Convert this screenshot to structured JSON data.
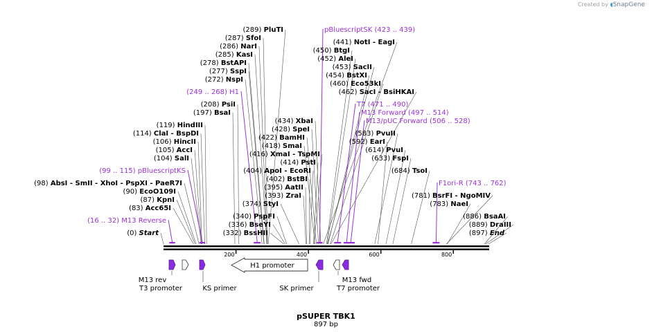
{
  "credit": {
    "prefix": "Created by",
    "brand": "SnapGene"
  },
  "plasmid": {
    "name": "pSUPER TBK1",
    "length_label": "897 bp",
    "length": 897
  },
  "colors": {
    "primer": "#9b30d9",
    "feature": "#9b30d9",
    "line": "#000000"
  },
  "ruler": {
    "ticks": [
      "200",
      "400",
      "600",
      "800"
    ]
  },
  "sites": [
    {
      "pos_label": "(289)",
      "name": "PluTI"
    },
    {
      "pos_label": "(287)",
      "name": "SfoI"
    },
    {
      "pos_label": "(286)",
      "name": "NarI"
    },
    {
      "pos_label": "(285)",
      "name": "KasI"
    },
    {
      "pos_label": "(278)",
      "name": "BstAPI"
    },
    {
      "pos_label": "(277)",
      "name": "SspI"
    },
    {
      "pos_label": "(272)",
      "name": "NspI"
    },
    {
      "pos_label": "(208)",
      "name": "PsiI"
    },
    {
      "pos_label": "(197)",
      "name": "BsaI"
    },
    {
      "pos_label": "(119)",
      "name": "HindIII"
    },
    {
      "pos_label": "(114)",
      "name": "ClaI  -  BspDI"
    },
    {
      "pos_label": "(106)",
      "name": "HincII"
    },
    {
      "pos_label": "(105)",
      "name": "AccI"
    },
    {
      "pos_label": "(104)",
      "name": "SalI"
    },
    {
      "pos_label": "(98)",
      "name": "AbsI  -  SmII  -  XhoI  -  PspXI  -  PaeR7I"
    },
    {
      "pos_label": "(90)",
      "name": "EcoO109I"
    },
    {
      "pos_label": "(87)",
      "name": "KpnI"
    },
    {
      "pos_label": "(83)",
      "name": "Acc65I"
    },
    {
      "pos_label": "(0)",
      "name": "Start"
    },
    {
      "pos_label": "(434)",
      "name": "XbaI"
    },
    {
      "pos_label": "(428)",
      "name": "SpeI"
    },
    {
      "pos_label": "(422)",
      "name": "BamHI"
    },
    {
      "pos_label": "(418)",
      "name": "SmaI"
    },
    {
      "pos_label": "(416)",
      "name": "XmaI  -  TspMI"
    },
    {
      "pos_label": "(414)",
      "name": "PstI"
    },
    {
      "pos_label": "(404)",
      "name": "ApoI  -  EcoRI"
    },
    {
      "pos_label": "(402)",
      "name": "BstBI"
    },
    {
      "pos_label": "(395)",
      "name": "AatII"
    },
    {
      "pos_label": "(393)",
      "name": "ZraI"
    },
    {
      "pos_label": "(374)",
      "name": "StyI"
    },
    {
      "pos_label": "(340)",
      "name": "PspFI"
    },
    {
      "pos_label": "(336)",
      "name": "BseYI"
    },
    {
      "pos_label": "(332)",
      "name": "BssHII"
    },
    {
      "pos_label": "(441)",
      "name": "NotI  -  EagI"
    },
    {
      "pos_label": "(450)",
      "name": "BtgI"
    },
    {
      "pos_label": "(452)",
      "name": "AleI"
    },
    {
      "pos_label": "(453)",
      "name": "SacII"
    },
    {
      "pos_label": "(454)",
      "name": "BstXI"
    },
    {
      "pos_label": "(460)",
      "name": "Eco53kI"
    },
    {
      "pos_label": "(462)",
      "name": "SacI  -  BsiHKAI"
    },
    {
      "pos_label": "(583)",
      "name": "PvuII"
    },
    {
      "pos_label": "(592)",
      "name": "EarI"
    },
    {
      "pos_label": "(614)",
      "name": "PvuI"
    },
    {
      "pos_label": "(633)",
      "name": "FspI"
    },
    {
      "pos_label": "(684)",
      "name": "TsoI"
    },
    {
      "pos_label": "(781)",
      "name": "BsrFI  -  NgoMIV"
    },
    {
      "pos_label": "(783)",
      "name": "NaeI"
    },
    {
      "pos_label": "(886)",
      "name": "BsaAI"
    },
    {
      "pos_label": "(889)",
      "name": "DraIII"
    },
    {
      "pos_label": "(897)",
      "name": "End"
    }
  ],
  "primers": [
    {
      "name": "H1",
      "range": "(249 .. 268)"
    },
    {
      "name": "pBluescriptKS",
      "range": "(99 .. 115)"
    },
    {
      "name": "M13 Reverse",
      "range": "(16 .. 32)"
    },
    {
      "name": "pBluescriptSK",
      "range": "(423 .. 439)"
    },
    {
      "name": "T7",
      "range": "(471 .. 490)"
    },
    {
      "name": "M13 Forward",
      "range": "(497 .. 514)"
    },
    {
      "name": "M13/pUC Forward",
      "range": "(506 .. 528)"
    },
    {
      "name": "F1ori-R",
      "range": "(743 .. 762)"
    }
  ],
  "features": [
    {
      "name": "M13 rev"
    },
    {
      "name": "T3 promoter"
    },
    {
      "name": "KS primer"
    },
    {
      "name": "H1 promoter"
    },
    {
      "name": "SK primer"
    },
    {
      "name": "M13 fwd"
    },
    {
      "name": "T7 promoter"
    }
  ]
}
